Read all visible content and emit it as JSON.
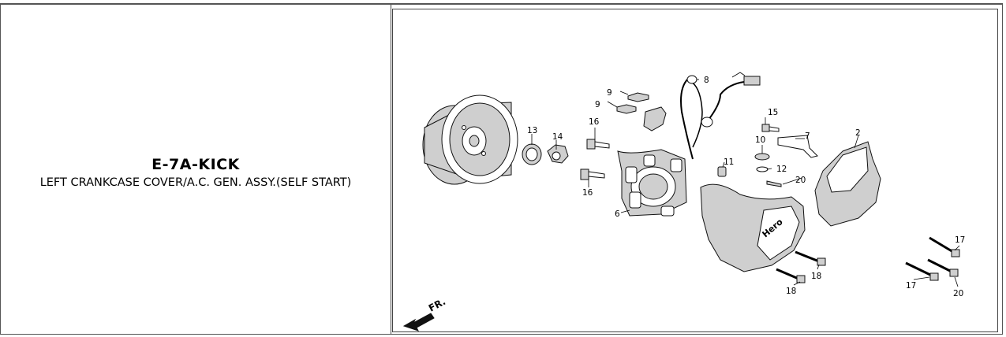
{
  "section": {
    "code": "E-7A-KICK",
    "title": "LEFT CRANKCASE COVER/A.C. GEN. ASSY.(SELF START)"
  },
  "diagram": {
    "direction_label": "FR.",
    "callouts": [
      "2",
      "6",
      "7",
      "8",
      "9",
      "9",
      "10",
      "11",
      "12",
      "13",
      "14",
      "15",
      "16",
      "16",
      "17",
      "17",
      "18",
      "18",
      "20",
      "20"
    ]
  },
  "icons": {
    "direction_arrow": "front-direction-arrow-icon"
  }
}
